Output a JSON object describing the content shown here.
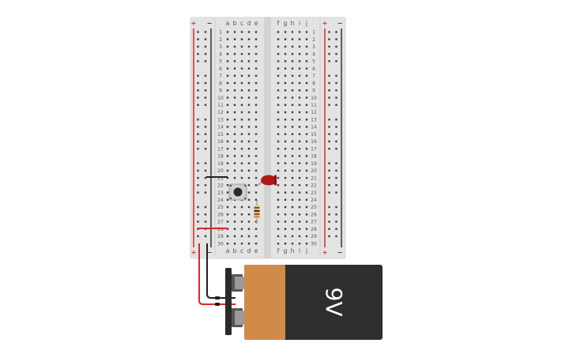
{
  "breadboard": {
    "rows": 30,
    "columns_left": [
      "a",
      "b",
      "c",
      "d",
      "e"
    ],
    "columns_right": [
      "f",
      "g",
      "h",
      "i",
      "j"
    ],
    "rail_plus": "+",
    "rail_minus": "−"
  },
  "battery": {
    "label": "9V"
  },
  "colors": {
    "board": "#e3e3e3",
    "rail_red": "#d32b2b",
    "rail_black": "#333333",
    "wire_red": "#d32b2b",
    "wire_black": "#1f1f1f",
    "led": "#b01818",
    "battery_body": "#2f2f2f",
    "battery_band": "#d08a4a"
  },
  "components": [
    "breadboard",
    "push-button",
    "led",
    "resistor",
    "9v-battery",
    "wires"
  ]
}
